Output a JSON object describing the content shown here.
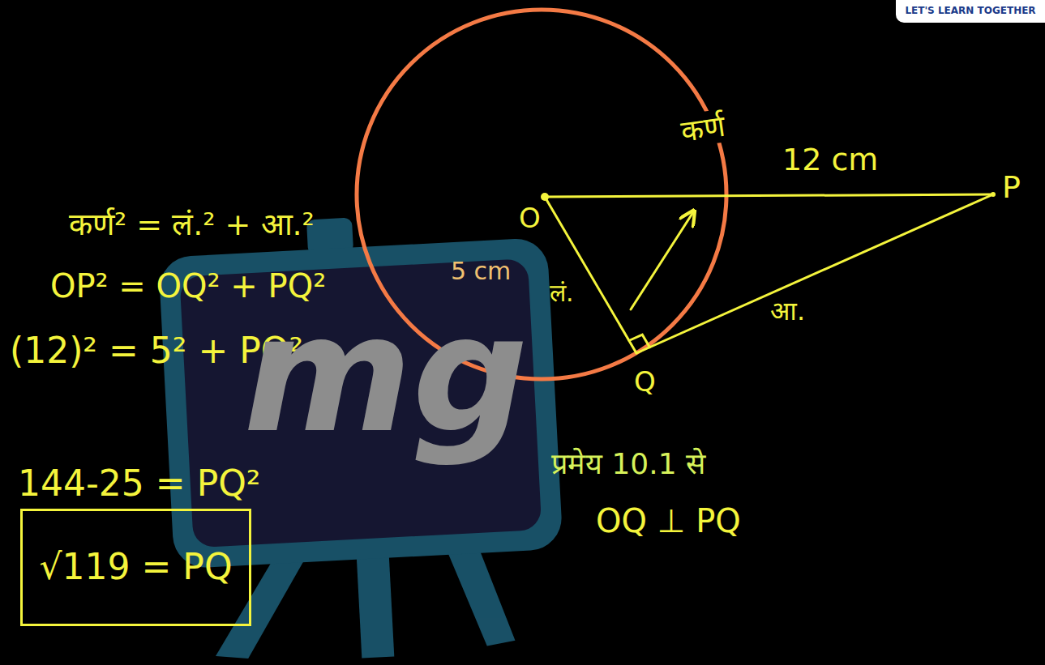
{
  "diagram": {
    "nodes": [
      {
        "text": [
          "√119 = PQ"
        ]
      },
      {
        "text": [
          "LET'S LEARN TOGETHER"
        ]
      }
    ],
    "labels": [
      "कर्ण",
      "12 cm",
      "P",
      "O",
      "Q",
      "5 cm",
      "लं.",
      "आ.",
      "कर्ण² = लं.² + आ.²",
      "OP² = OQ² + PQ²",
      "(12)² = 5² + PQ²",
      "144-25 = PQ²",
      "प्रमेय 10.1 से",
      "OQ ⊥ PQ",
      "mg"
    ]
  }
}
